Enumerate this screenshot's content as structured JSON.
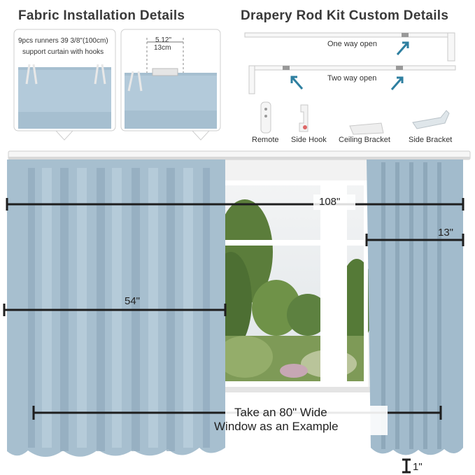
{
  "titles": {
    "fabric": "Fabric Installation Details",
    "rod": "Drapery Rod Kit Custom Details"
  },
  "fabric_details": {
    "runners_line1": "9pcs runners 39 3/8\"(100cm)",
    "runners_line2": "support curtain with hooks",
    "spacing_in": "5.12\"",
    "spacing_cm": "13cm"
  },
  "rod_kit": {
    "one_way": "One way open",
    "two_way": "Two way open"
  },
  "accessories": [
    {
      "label": "Remote",
      "icon": "remote-icon"
    },
    {
      "label": "Side Hook",
      "icon": "side-hook-icon"
    },
    {
      "label": "Ceiling Bracket",
      "icon": "ceiling-bracket-icon"
    },
    {
      "label": "Side Bracket",
      "icon": "side-bracket-icon"
    }
  ],
  "dimensions": {
    "rod_width": "108\"",
    "panel_width": "54\"",
    "stack_width": "13\"",
    "floor_gap": "1\"",
    "example_line1": "Take an 80\" Wide",
    "example_line2": "Window as an Example"
  },
  "colors": {
    "curtain": "#a9c1d1",
    "arrow_accent": "#2e7fa0",
    "rod": "#f4f4f4",
    "sky": "#eef1f3",
    "foliage": "#5e8a3a"
  }
}
